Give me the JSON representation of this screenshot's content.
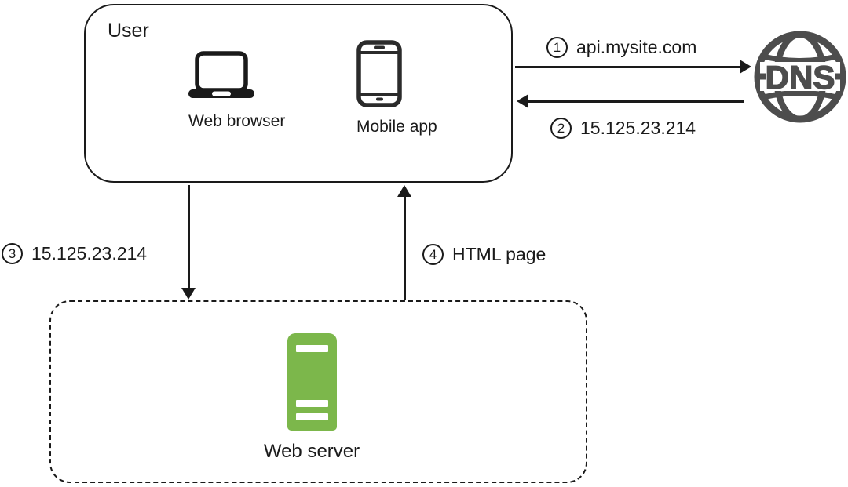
{
  "diagram": {
    "title_hint": "DNS resolution flow",
    "user_box": {
      "title": "User",
      "devices": [
        {
          "icon": "laptop-icon",
          "label": "Web browser"
        },
        {
          "icon": "smartphone-icon",
          "label": "Mobile app"
        }
      ]
    },
    "dns_node": {
      "icon": "globe-icon",
      "label": "DNS"
    },
    "server_box": {
      "icon": "server-icon",
      "label": "Web server"
    },
    "arrows": [
      {
        "step": "1",
        "label": "api.mysite.com",
        "direction": "right",
        "from": "user",
        "to": "dns"
      },
      {
        "step": "2",
        "label": "15.125.23.214",
        "direction": "left",
        "from": "dns",
        "to": "user"
      },
      {
        "step": "3",
        "label": "15.125.23.214",
        "direction": "down",
        "from": "user",
        "to": "web-server"
      },
      {
        "step": "4",
        "label": "HTML page",
        "direction": "up",
        "from": "web-server",
        "to": "user"
      }
    ],
    "colors": {
      "stroke": "#1a1a1a",
      "dns_gray": "#4d4d4d",
      "server_green": "#7cb74b",
      "background": "#ffffff"
    }
  }
}
